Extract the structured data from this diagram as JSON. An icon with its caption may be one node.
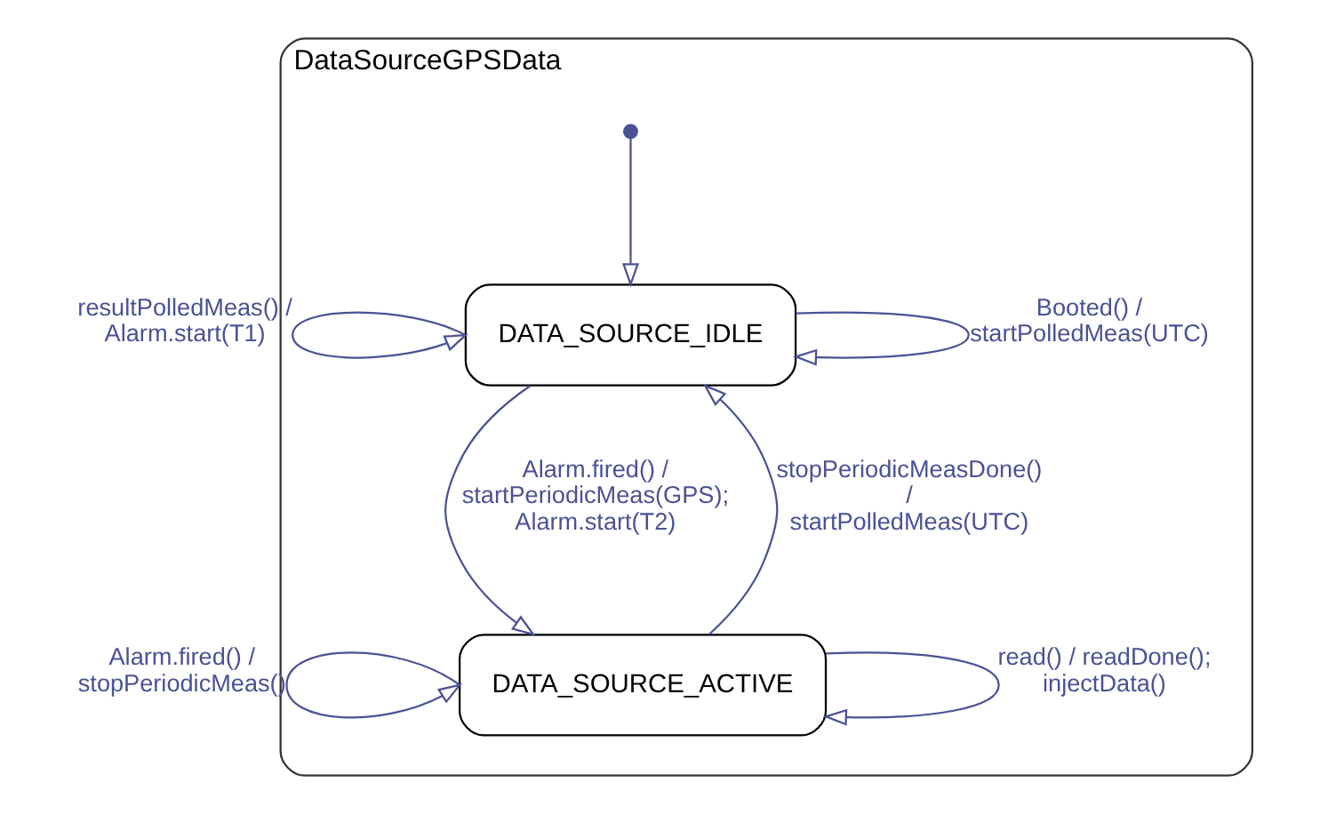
{
  "diagram": {
    "nodes": [
      {
        "text": [
          "DataSourceGPSData"
        ]
      },
      {
        "text": [],
        "shape": "circle",
        "in": 0
      },
      {
        "text": [
          "DATA_SOURCE_IDLE"
        ],
        "in": 0
      },
      {
        "text": [
          "DATA_SOURCE_ACTIVE"
        ],
        "in": 0
      }
    ],
    "edges": [
      {
        "from": 1,
        "to": 2,
        "arrow": "to"
      },
      {
        "from": 2,
        "to": 2,
        "arrow": "to",
        "label": "Booted() / startPolledMeas(UTC)"
      },
      {
        "from": 2,
        "to": 2,
        "arrow": "to",
        "label": "resultPolledMeas() / Alarm.start(T1)"
      },
      {
        "from": 2,
        "to": 3,
        "arrow": "to",
        "label": "Alarm.fired() / startPeriodicMeas(GPS); Alarm.start(T2)"
      },
      {
        "from": 3,
        "to": 2,
        "arrow": "to",
        "label": "stopPeriodicMeasDone() / startPolledMeas(UTC)"
      },
      {
        "from": 3,
        "to": 3,
        "arrow": "to",
        "label": "read() / readDone(); injectData()"
      },
      {
        "from": 3,
        "to": 3,
        "arrow": "to",
        "label": "Alarm.fired() / stopPeriodicMeas()"
      }
    ]
  }
}
